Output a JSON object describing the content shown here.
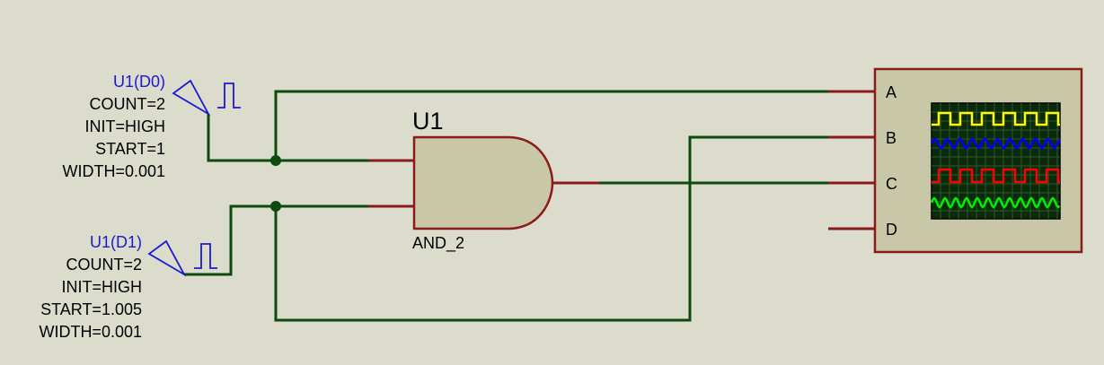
{
  "colors": {
    "background": "#dcdccc",
    "wire": "#0d4a0d",
    "pin": "#8b0000",
    "component_fill": "#c8c8a8",
    "component_stroke": "#8b1a1a",
    "generator_label": "#1a1ad0",
    "text": "#000000",
    "scope_screen": "#0a2a0a",
    "scope_grid": "#2f5a2f",
    "trace_a": "#ffff00",
    "trace_b": "#0000ff",
    "trace_c": "#ff0000",
    "trace_d": "#00ee00"
  },
  "generators": [
    {
      "name": "U1(D0)",
      "count": "COUNT=2",
      "init": "INIT=HIGH",
      "start": "START=1",
      "width": "WIDTH=0.001",
      "icon": "pulse-generator-icon"
    },
    {
      "name": "U1(D1)",
      "count": "COUNT=2",
      "init": "INIT=HIGH",
      "start": "START=1.005",
      "width": "WIDTH=0.001",
      "icon": "pulse-generator-icon"
    }
  ],
  "gate": {
    "reference": "U1",
    "type": "AND_2",
    "icon": "and-gate-icon"
  },
  "oscilloscope": {
    "channels": [
      "A",
      "B",
      "C",
      "D"
    ],
    "icon": "oscilloscope-icon"
  }
}
